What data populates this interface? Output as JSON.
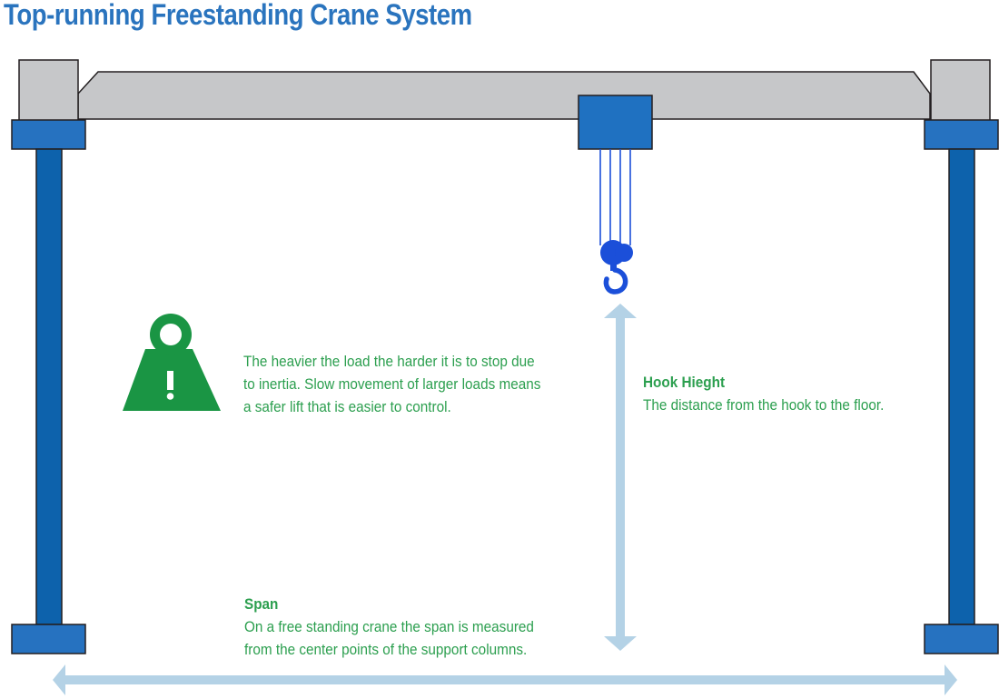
{
  "title": "Top-running Freestanding Crane System",
  "colors": {
    "title": "#2a74be",
    "beam_gray": "#c6c7c9",
    "beam_outline": "#231f20",
    "column_blue": "#0d62ac",
    "plate_blue": "#2672c0",
    "hoist_blue": "#1f71c1",
    "hook_blue": "#1b4fd9",
    "arrow_light_blue": "#b4d2e6",
    "text_green": "#2c9f4f",
    "icon_green": "#1a9544"
  },
  "icons": {
    "weight": "weight-warning-icon",
    "hook": "crane-hook-icon"
  },
  "notes": {
    "inertia": {
      "lines": [
        "The heavier the load the harder it is to stop due",
        "to inertia. Slow movement of larger loads means",
        "a safer lift that is easier to control."
      ]
    },
    "hook_height": {
      "heading": "Hook Hieght",
      "text": "The distance from the hook to the floor."
    },
    "span": {
      "heading": "Span",
      "lines": [
        "On a free standing crane the span is measured",
        "from the center points of the support columns."
      ]
    }
  }
}
